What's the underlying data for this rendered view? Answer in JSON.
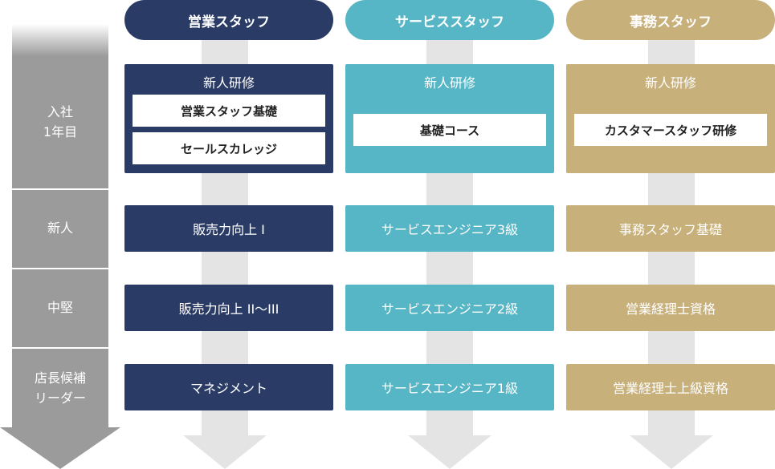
{
  "stages": {
    "join": "入社\n1年目",
    "newcomer": "新人",
    "mid": "中堅",
    "leader": "店長候補\nリーダー"
  },
  "columns": [
    {
      "header": "営業スタッフ",
      "training_title": "新人研修",
      "training_items": [
        "営業スタッフ基礎",
        "セールスカレッジ"
      ],
      "courses": [
        "販売力向上 I",
        "販売力向上 II～III",
        "マネジメント"
      ]
    },
    {
      "header": "サービススタッフ",
      "training_title": "新人研修",
      "training_items": [
        "基礎コース"
      ],
      "courses": [
        "サービスエンジニア3級",
        "サービスエンジニア2級",
        "サービスエンジニア1級"
      ]
    },
    {
      "header": "事務スタッフ",
      "training_title": "新人研修",
      "training_items": [
        "カスタマースタッフ研修"
      ],
      "courses": [
        "事務スタッフ基礎",
        "営業経理士資格",
        "営業経理士上級資格"
      ]
    }
  ],
  "colors": {
    "sales": "#2a3b66",
    "service": "#56b6c6",
    "office": "#c8b07b",
    "stage": "#9b9b9b",
    "track": "#e4e4e4"
  }
}
